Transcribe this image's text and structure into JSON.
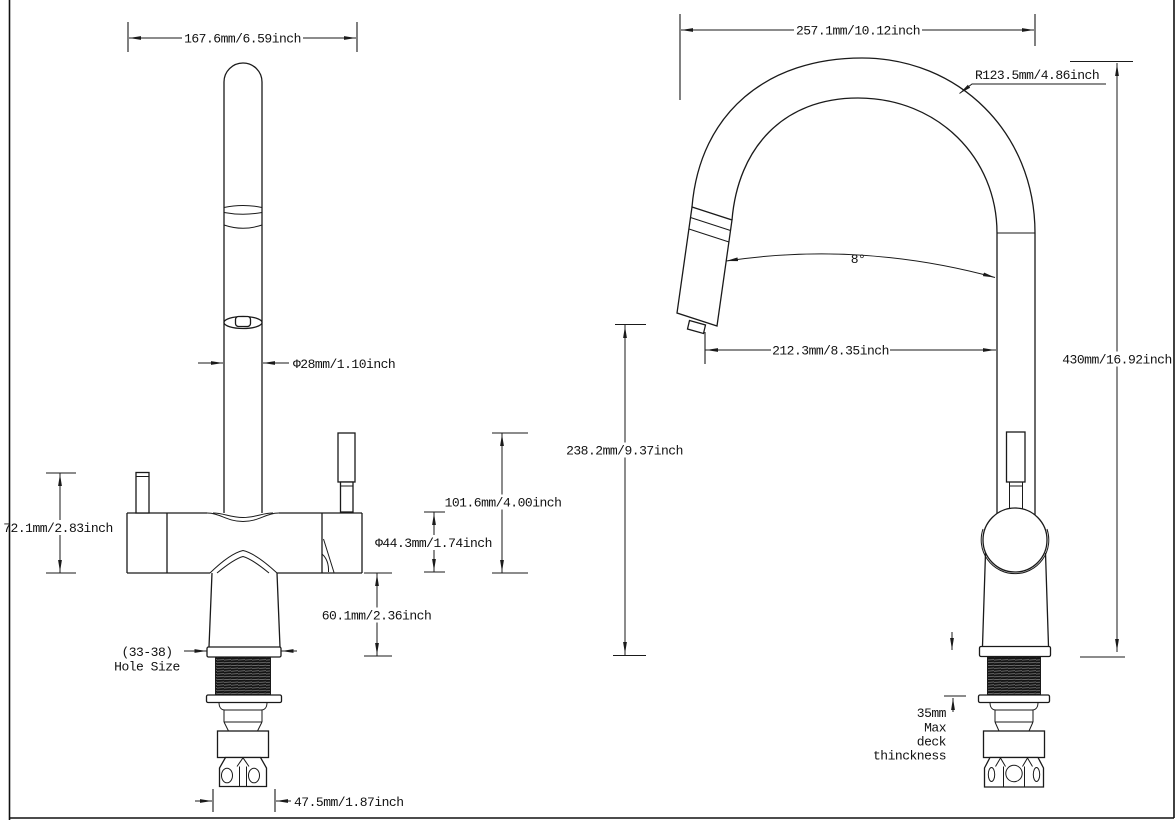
{
  "drawing": {
    "subject": "pull-down kitchen faucet dimensional drawing",
    "views": [
      "front view",
      "side view"
    ],
    "line_color": "#1a1a1a",
    "background_color": "#ffffff"
  },
  "front_view": {
    "overall_width": "167.6mm/6.59inch",
    "spout_diameter": "Φ28mm/1.10inch",
    "handle_height": "72.1mm/2.83inch",
    "body_diameter": "Φ44.3mm/1.74inch",
    "handle_top_to_body_bottom": "101.6mm/4.00inch",
    "body_to_deck": "60.1mm/2.36inch",
    "hole_size_line1": "(33-38)",
    "hole_size_line2": "Hole Size",
    "base_width": "47.5mm/1.87inch"
  },
  "side_view": {
    "spout_reach_overall": "257.1mm/10.12inch",
    "spout_radius": "R123.5mm/4.86inch",
    "head_angle": "8°",
    "outlet_reach": "212.3mm/8.35inch",
    "outlet_height": "238.2mm/9.37inch",
    "overall_height": "430mm/16.92inch",
    "deck_note_line1": "35mm",
    "deck_note_line2": "Max",
    "deck_note_line3": "deck",
    "deck_note_line4": "thinckness"
  }
}
